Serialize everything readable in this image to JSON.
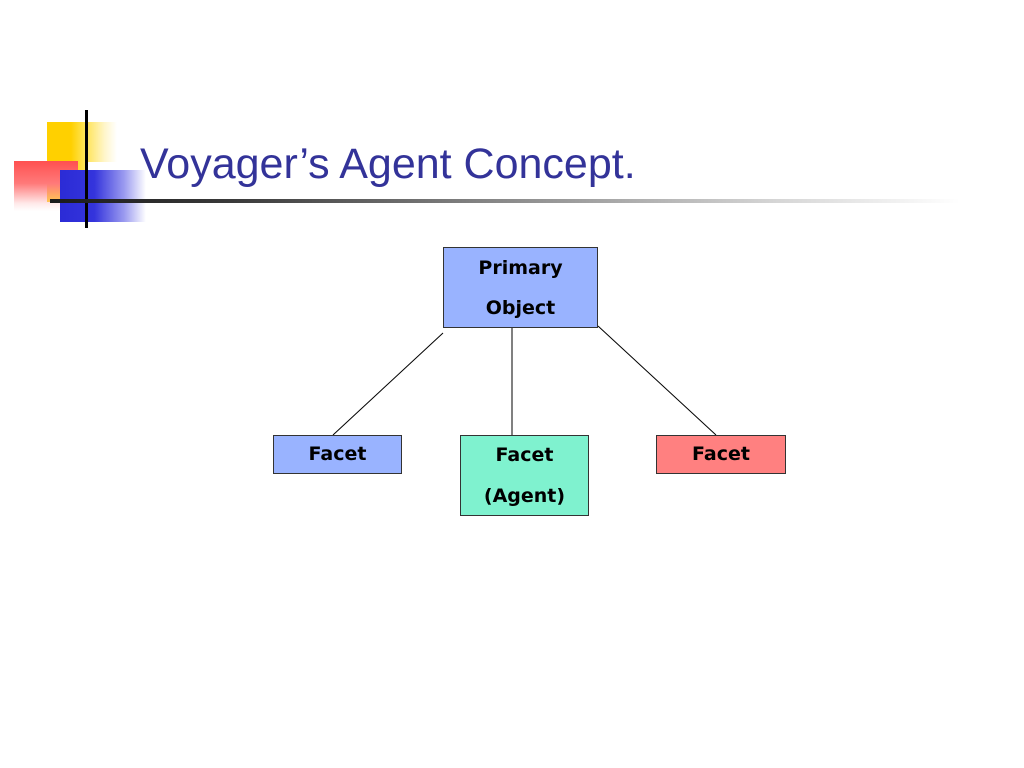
{
  "slide": {
    "title": "Voyager’s Agent Concept."
  },
  "diagram": {
    "primary": {
      "line1": "Primary",
      "line2": "Object",
      "color": "#99b3ff"
    },
    "facets": [
      {
        "line1": "Facet",
        "line2": "",
        "color": "#99b3ff"
      },
      {
        "line1": "Facet",
        "line2": "(Agent)",
        "color": "#7ff2cf"
      },
      {
        "line1": "Facet",
        "line2": "",
        "color": "#ff8080"
      }
    ]
  },
  "theme": {
    "title_color": "#333399",
    "logo_colors": [
      "#ffd000",
      "#ff5050",
      "#2b2bd6",
      "#000000"
    ]
  }
}
